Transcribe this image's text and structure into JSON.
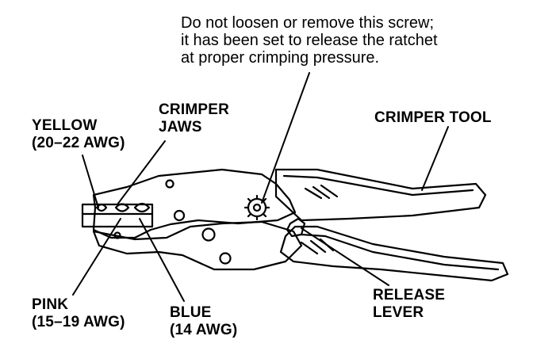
{
  "note": {
    "line1": "Do not loosen or remove this screw;",
    "line2": "it has been set to release the ratchet",
    "line3": "at proper crimping pressure."
  },
  "labels": {
    "yellow": {
      "line1": "YELLOW",
      "line2": "(20–22 AWG)"
    },
    "crimper_jaws": {
      "line1": "CRIMPER",
      "line2": "JAWS"
    },
    "crimper_tool": "CRIMPER TOOL",
    "pink": {
      "line1": "PINK",
      "line2": "(15–19 AWG)"
    },
    "blue": {
      "line1": "BLUE",
      "line2": "(14 AWG)"
    },
    "release_lever": {
      "line1": "RELEASE",
      "line2": "LEVER"
    }
  }
}
